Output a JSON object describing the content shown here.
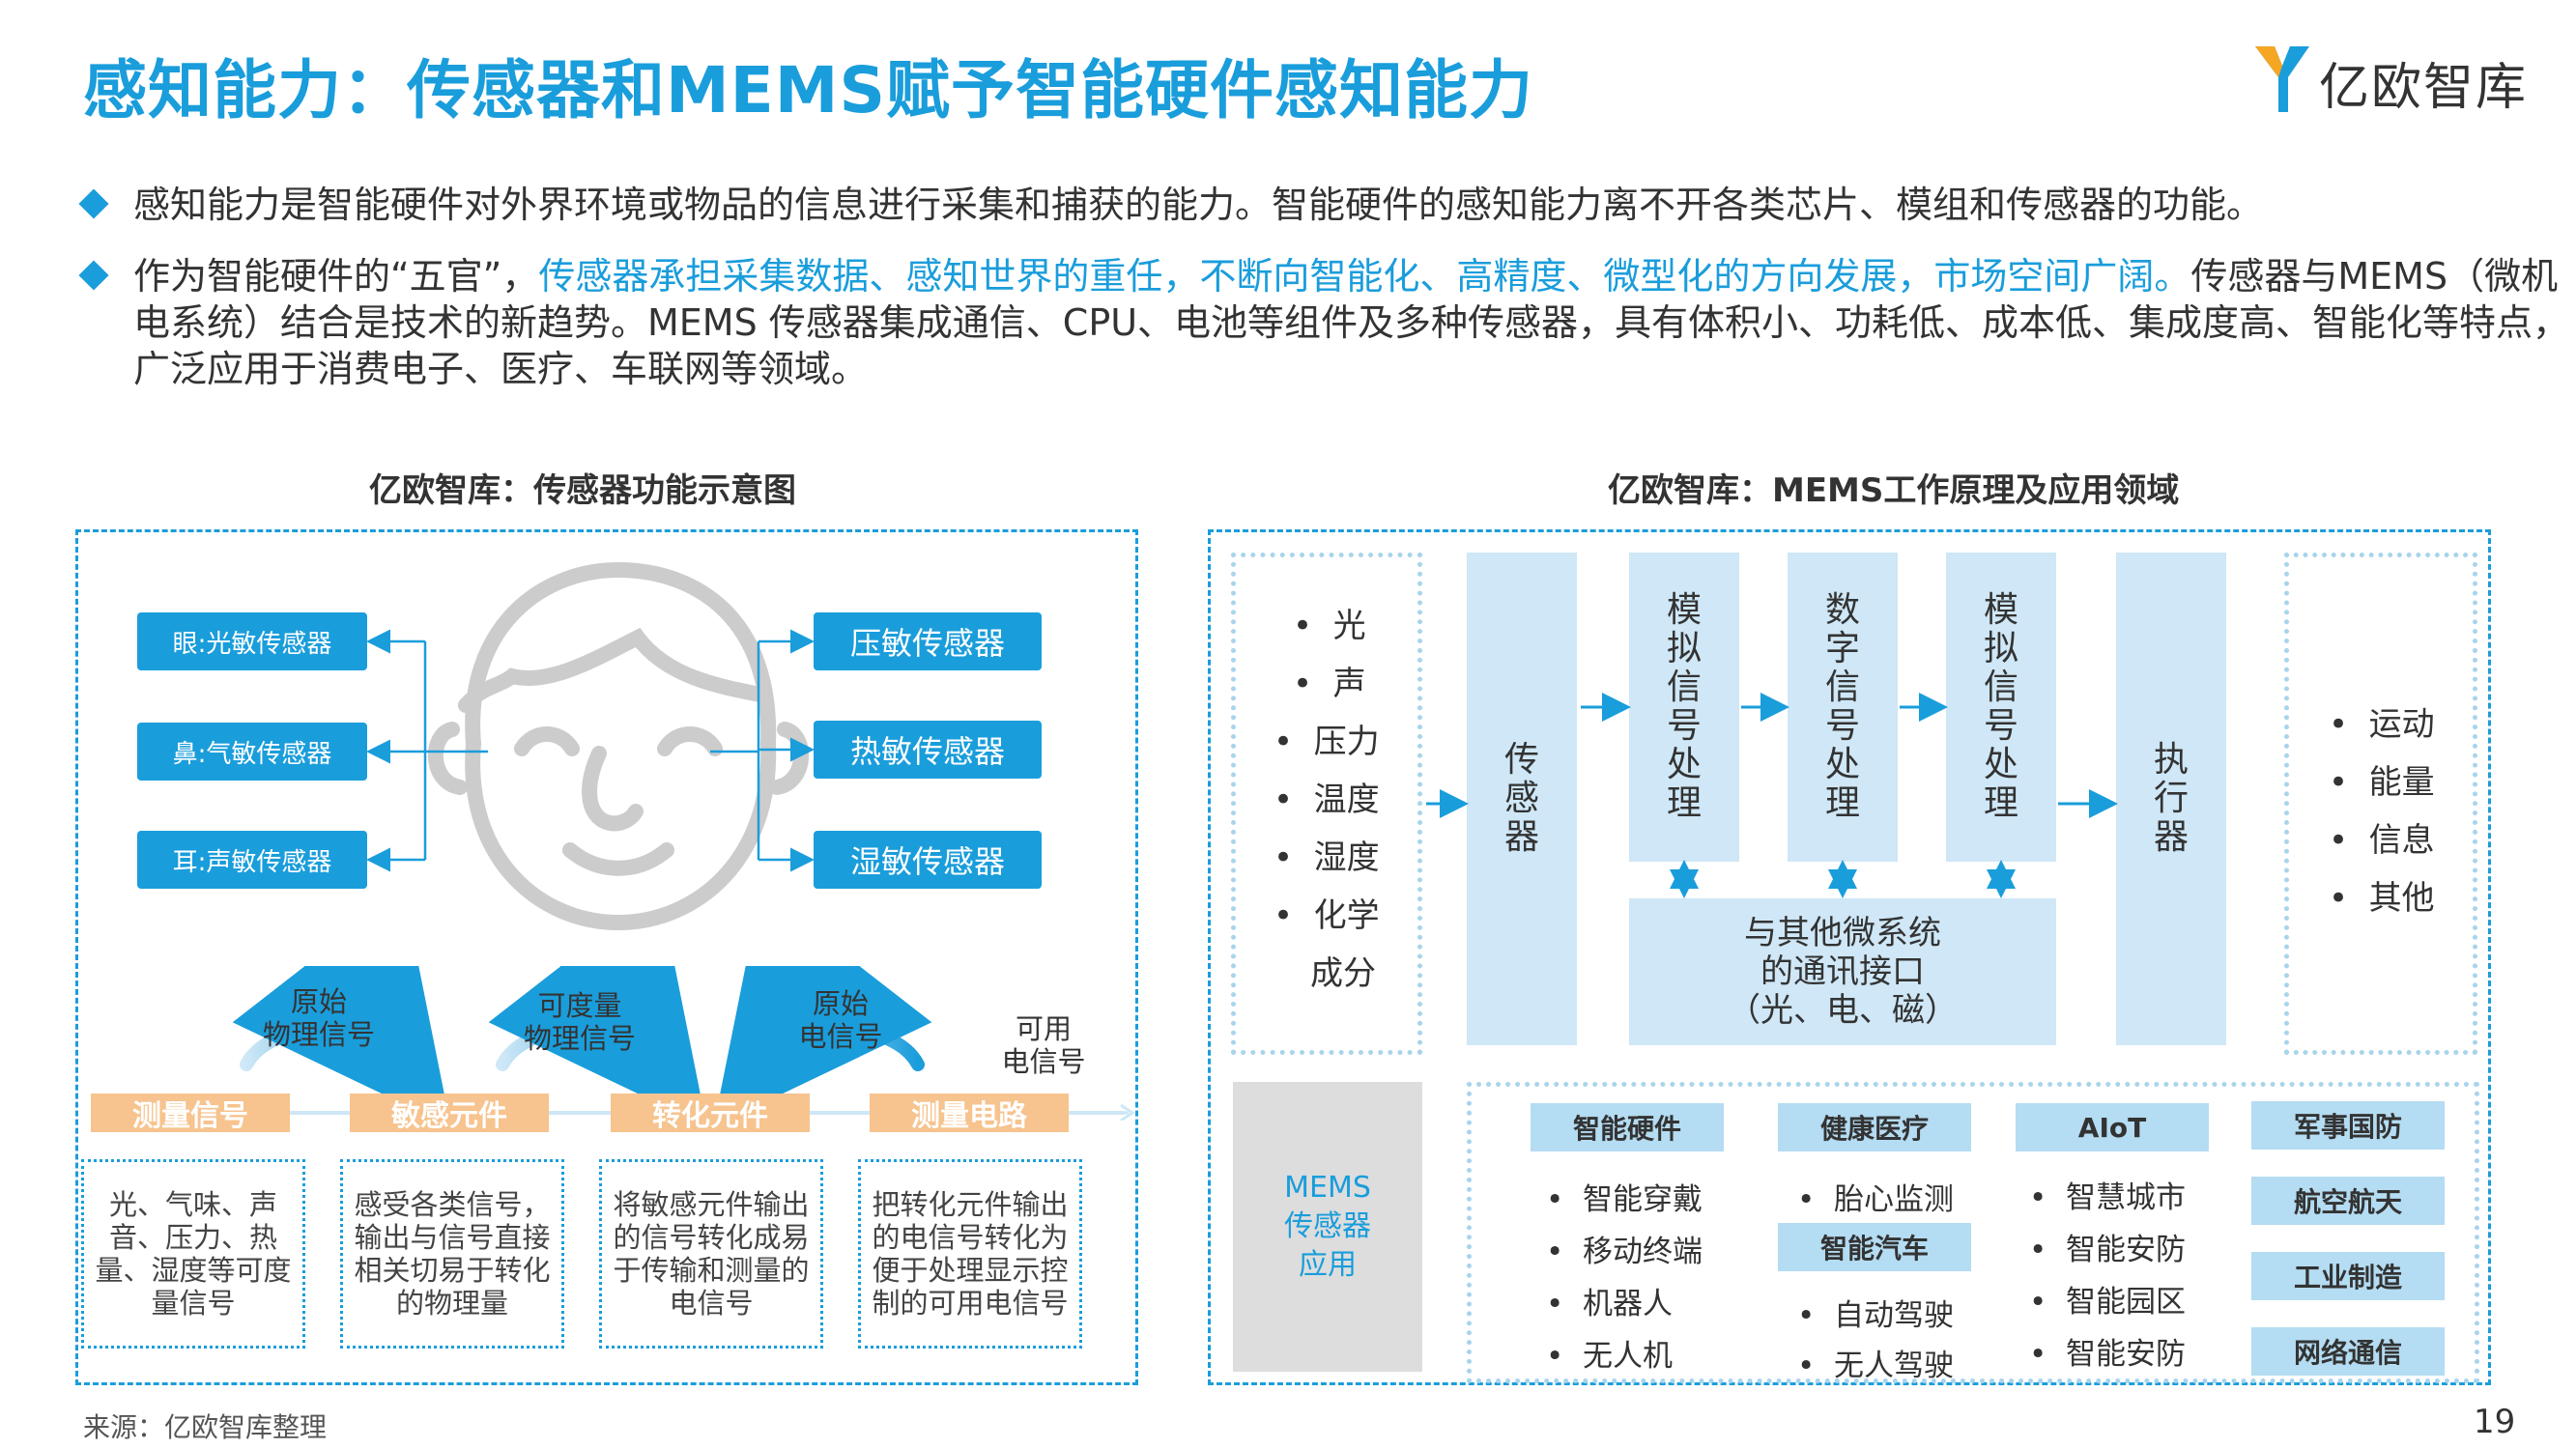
{
  "header": {
    "title": "感知能力：传感器和MEMS赋予智能硬件感知能力",
    "logo_text": "亿欧智库"
  },
  "bullets": [
    {
      "plain_before": "感知能力是智能硬件对外界环境或物品的信息进行采集和捕获的能力。智能硬件的感知能力离不开各类芯片、模组和传感器的功能。",
      "highlight": "",
      "plain_after": ""
    },
    {
      "plain_before": "作为智能硬件的“五官”，",
      "highlight": "传感器承担采集数据、感知世界的重任，不断向智能化、高精度、微型化的方向发展，市场空间广阔。",
      "plain_after": "传感器与MEMS（微机电系统）结合是技术的新趋势。MEMS 传感器集成通信、CPU、电池等组件及多种传感器，具有体积小、功耗低、成本低、集成度高、智能化等特点，广泛应用于消费电子、医疗、车联网等领域。"
    }
  ],
  "left_diagram": {
    "title": "亿欧智库：传感器功能示意图",
    "left_sensors": [
      "眼:光敏传感器",
      "鼻:气敏传感器",
      "耳:声敏传感器"
    ],
    "right_sensors": [
      "压敏传感器",
      "热敏传感器",
      "湿敏传感器"
    ],
    "arrow_labels": [
      "原始\n物理信号",
      "可度量\n物理信号",
      "原始\n电信号",
      "可用\n电信号"
    ],
    "steps": [
      "测量信号",
      "敏感元件",
      "转化元件",
      "测量电路"
    ],
    "descriptions": [
      "光、气味、声音、压力、热量、湿度等可度量信号",
      "感受各类信号，输出与信号直接相关切易于转化的物理量",
      "将敏感元件输出的信号转化成易于传输和测量的电信号",
      "把转化元件输出的电信号转化为便于处理显示控制的可用电信号"
    ]
  },
  "right_diagram": {
    "title": "亿欧智库：MEMS工作原理及应用领域",
    "inputs": [
      "光",
      "声",
      "压力",
      "温度",
      "湿度",
      "化学",
      "成分"
    ],
    "sensor": "传感器",
    "chain": [
      "模拟信号处理",
      "数字信号处理",
      "模拟信号处理"
    ],
    "actuator": "执行器",
    "interface": "与其他微系统\n的通讯接口\n（光、电、磁）",
    "outputs": [
      "运动",
      "能量",
      "信息",
      "其他"
    ],
    "app_label": "MEMS\n传感器\n应用",
    "apps": {
      "col1": {
        "tag": "智能硬件",
        "items": [
          "智能穿戴",
          "移动终端",
          "机器人",
          "无人机"
        ]
      },
      "col2": {
        "tag": "健康医疗",
        "items": [
          "胎心监测"
        ],
        "tag2": "智能汽车",
        "items2": [
          "自动驾驶",
          "无人驾驶"
        ]
      },
      "col3": {
        "tag": "AIoT",
        "items": [
          "智慧城市",
          "智能安防",
          "智能园区",
          "智能安防"
        ]
      },
      "col4": {
        "tags": [
          "军事国防",
          "航空航天",
          "工业制造",
          "网络通信"
        ]
      }
    }
  },
  "footer": {
    "source": "来源：亿欧智库整理",
    "page": "19"
  },
  "colors": {
    "primary": "#1a9ddb",
    "orange": "#f7c38e",
    "light_blue": "#cfe7f6",
    "face_gray": "#cccccc"
  }
}
